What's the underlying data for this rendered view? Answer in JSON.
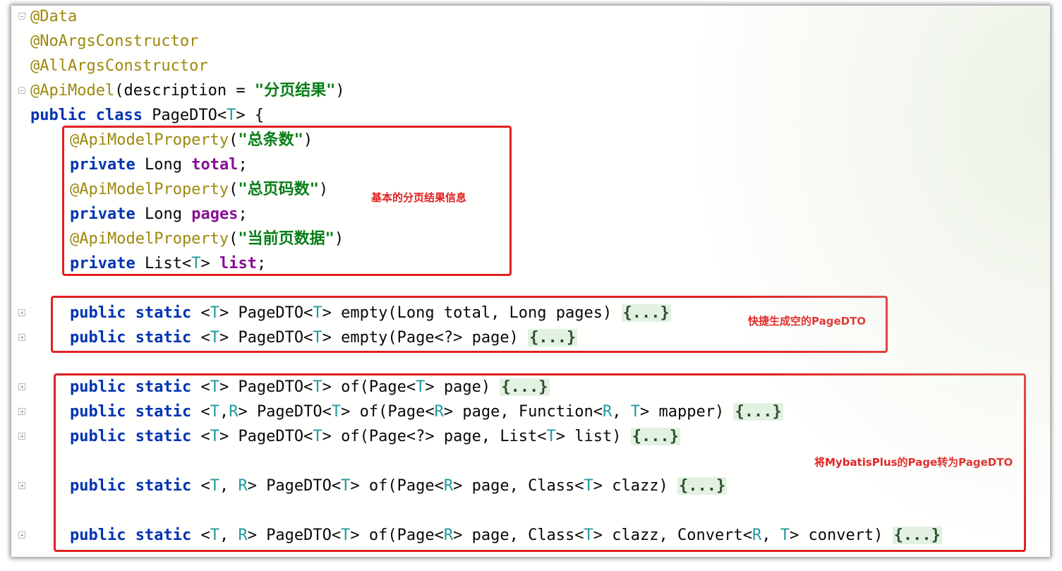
{
  "code": {
    "ann_data": "@Data",
    "ann_noargs": "@NoArgsConstructor",
    "ann_allargs": "@AllArgsConstructor",
    "ann_apimodel": "@ApiModel",
    "apimodel_args_open": "(description = ",
    "apimodel_desc": "\"分页结果\"",
    "apimodel_close": ")",
    "class_decl_kw": "public class ",
    "class_name": "PageDTO<",
    "class_tp": "T",
    "class_rest": "> {",
    "prop_ann": "@ApiModelProperty",
    "prop_total_label": "\"总条数\"",
    "prop_pages_label": "\"总页码数\"",
    "prop_list_label": "\"当前页数据\"",
    "private_kw": "private ",
    "long_type": "Long ",
    "list_type": "List<",
    "field_total": "total",
    "field_pages": "pages",
    "field_list": "list",
    "semicolon": ";",
    "ps": "public static ",
    "m_empty1": "PageDTO<T> empty(Long total, Long pages) ",
    "m_empty2": "PageDTO<T> empty(Page<?> page) ",
    "m_of1": "PageDTO<T> of(Page<T> page) ",
    "m_of2": "PageDTO<T> of(Page<R> page, Function<R, T> mapper) ",
    "m_of3": "PageDTO<T> of(Page<?> page, List<T> list) ",
    "m_of4": "PageDTO<T> of(Page<R> page, Class<T> clazz) ",
    "m_of5": "PageDTO<T> of(Page<R> page, Class<T> clazz, Convert<R, T> convert) ",
    "folded": "{...}"
  },
  "notes": {
    "basic": "基本的分页结果信息",
    "empty": "快捷生成空的PageDTO",
    "convert": "将MybatisPlus的Page转为PageDTO"
  },
  "colors": {
    "annotation": "#9e880d",
    "keyword": "#0033b3",
    "field": "#871094",
    "string": "#067d17",
    "type_param": "#20999d",
    "highlight_box": "#e02020"
  }
}
